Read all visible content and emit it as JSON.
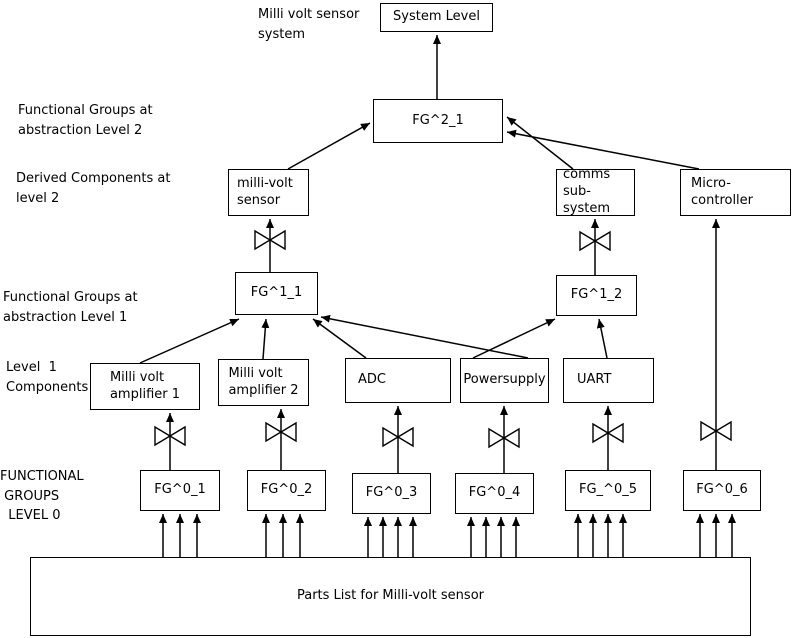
{
  "annotations": {
    "system_note": "Milli volt sensor\nsystem",
    "level2_groups": "Functional Groups at\nabstraction Level 2",
    "derived_level2": "Derived Components at\nlevel 2",
    "level1_groups": "Functional Groups at\nabstraction Level 1",
    "level1_components": "Level  1\nComponents",
    "level0_groups": "FUNCTIONAL\n GROUPS\n  LEVEL 0"
  },
  "boxes": {
    "system_level": "System Level",
    "fg2_1": "FG^2_1",
    "millivolt_sensor": "milli-volt\nsensor",
    "comms_subsystem": "comms\nsub-system",
    "micro_controller": "Micro-\ncontroller",
    "fg1_1": "FG^1_1",
    "fg1_2": "FG^1_2",
    "amp1": "Milli volt\namplifier 1",
    "amp2": "Milli volt\namplifier 2",
    "adc": "ADC",
    "powersupply": "Powersupply",
    "uart": "UART",
    "fg0_1": "FG^0_1",
    "fg0_2": "FG^0_2",
    "fg0_3": "FG^0_3",
    "fg0_4": "FG^0_4",
    "fg0_5": "FG_^0_5",
    "fg0_6": "FG^0_6",
    "parts_list": "Parts List for Milli-volt sensor"
  },
  "colors": {
    "line": "#000000",
    "box_fill": "#ffffff",
    "background": "#ffffff"
  }
}
